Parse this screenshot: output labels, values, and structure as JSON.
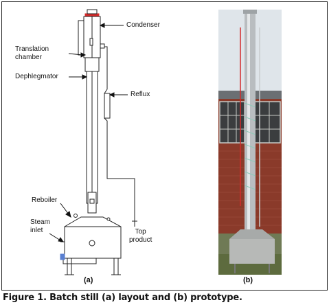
{
  "labels": {
    "condenser": "Condenser",
    "translation_chamber": "Translation\nchamber",
    "dephlegmator": "Dephlegmator",
    "reflux": "Reflux",
    "reboiler": "Reboiler",
    "steam_inlet": "Steam\ninlet",
    "top_product": "Top\nproduct"
  },
  "panels": {
    "a": "(a)",
    "b": "(b)"
  },
  "caption": "Figure 1. Batch still (a) layout and (b) prototype.",
  "colors": {
    "accent_red": "#d42a2a",
    "brick": "#8a3a2a",
    "sky": "#dfe5ea",
    "steel": "#b9bdc0"
  }
}
